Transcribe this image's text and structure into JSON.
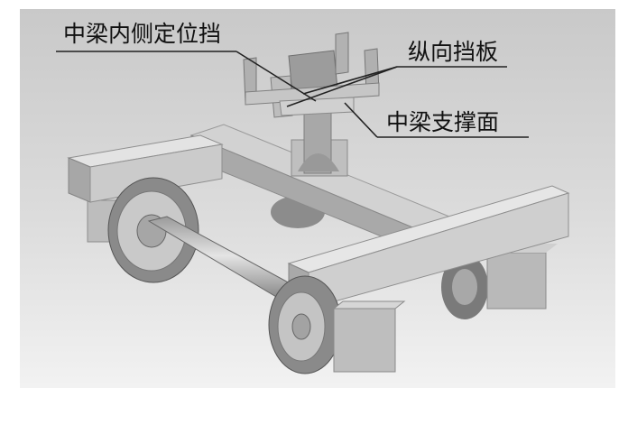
{
  "figure": {
    "callouts": {
      "inner_side_stop": "中梁内侧定位挡",
      "longitudinal_stop_plate": "纵向挡板",
      "support_surface": "中梁支撑面"
    }
  }
}
